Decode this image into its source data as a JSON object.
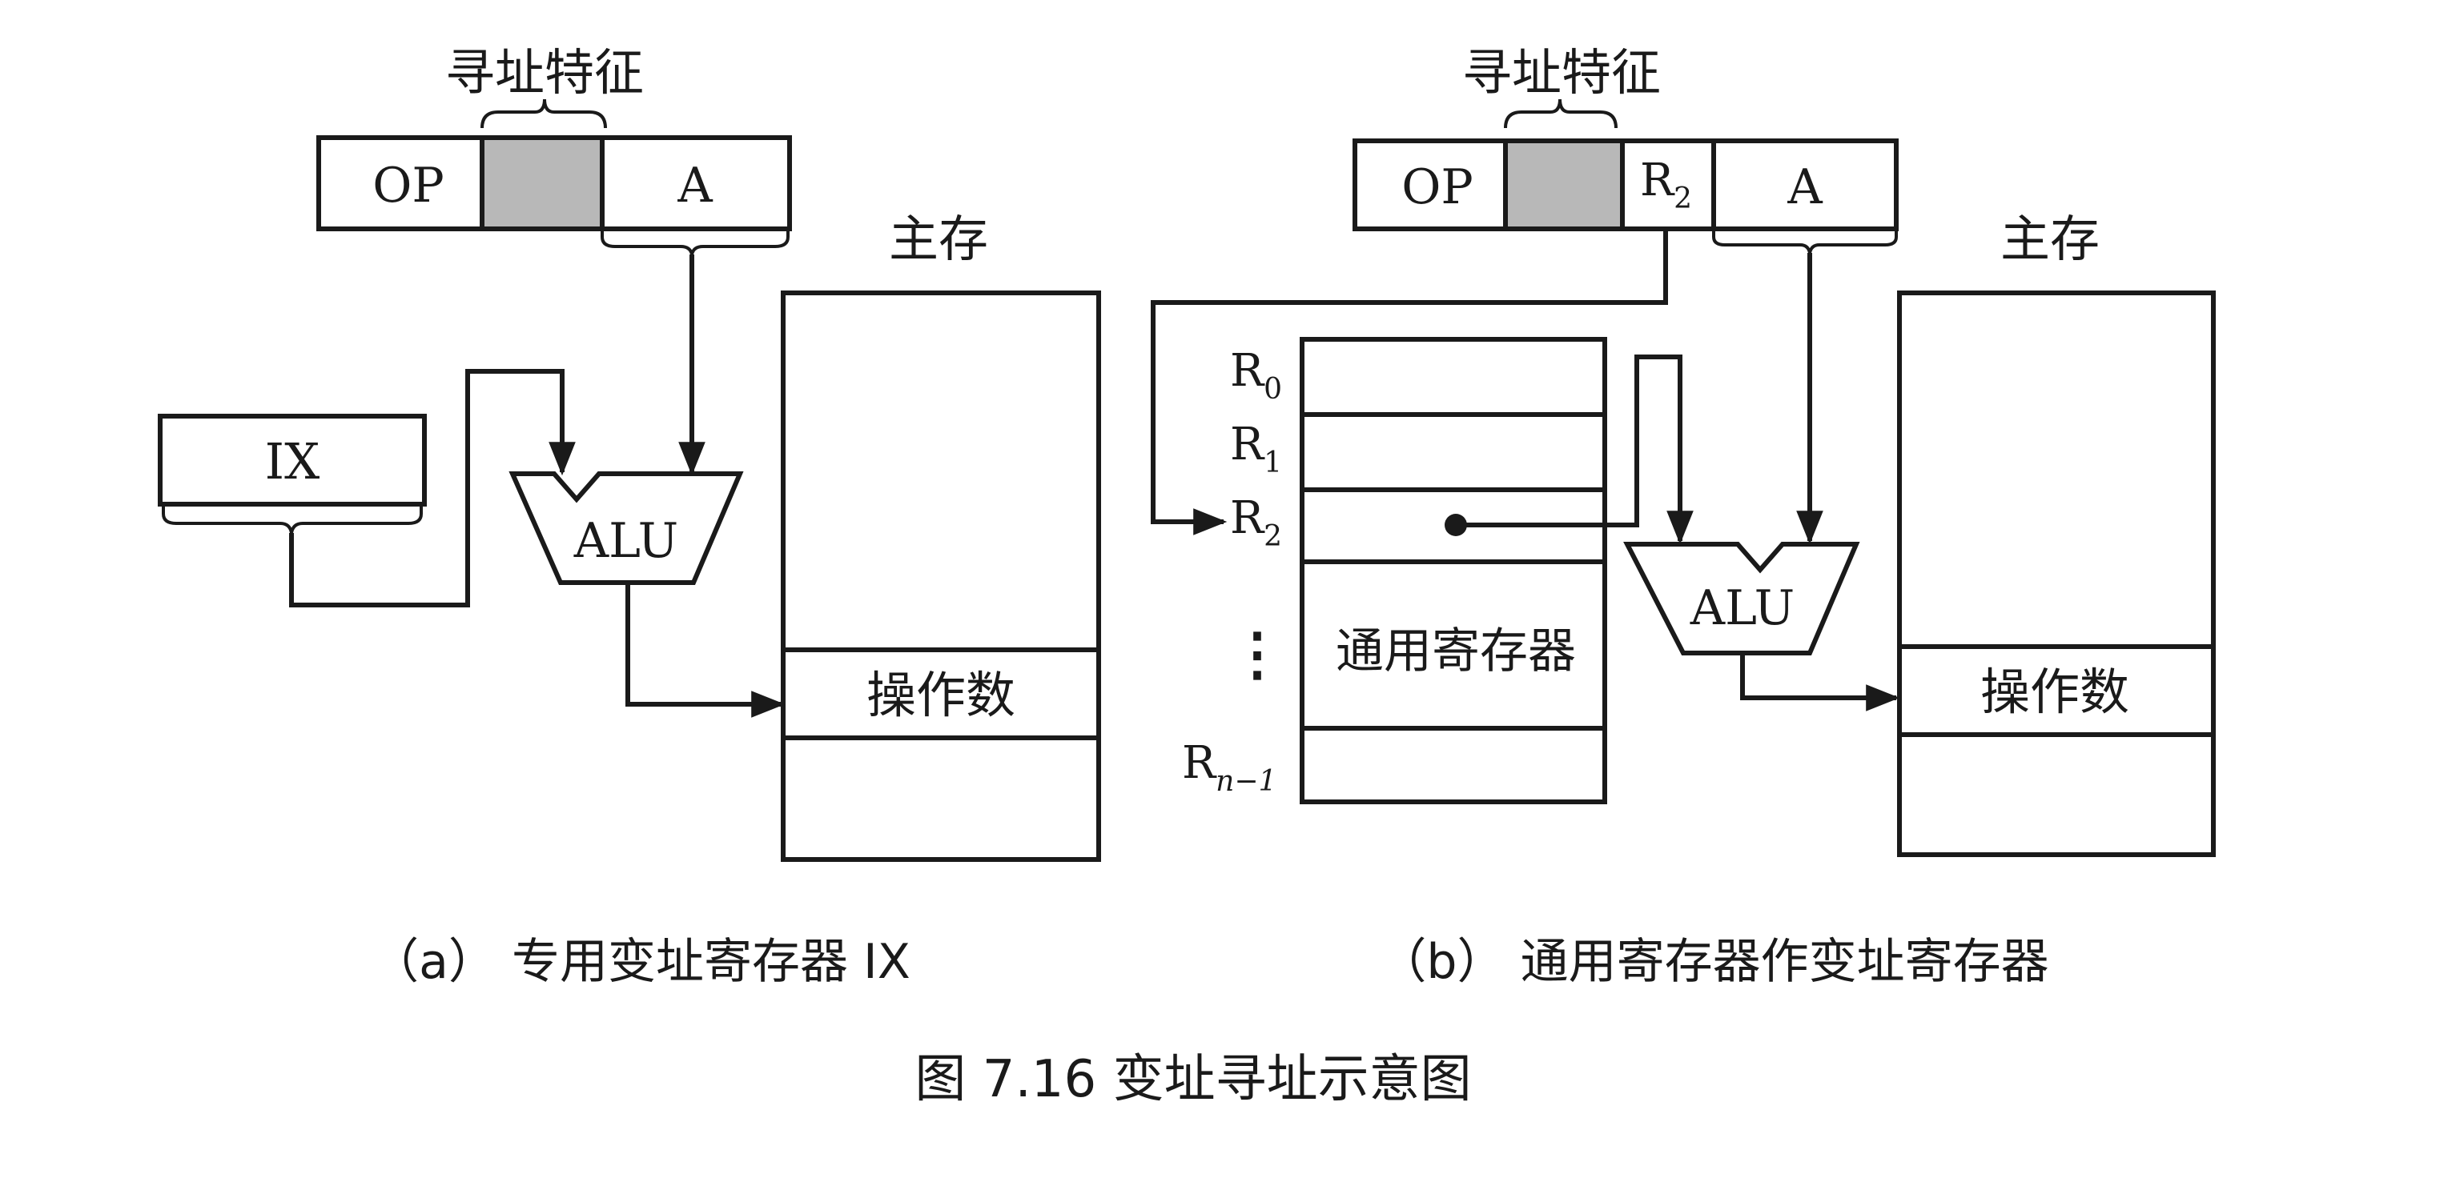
{
  "panel_a": {
    "addressing_feature_label": "寻址特征",
    "instr_op": "OP",
    "instr_a": "A",
    "ix_label": "IX",
    "alu_label": "ALU",
    "memory_title": "主存",
    "operand_label": "操作数",
    "caption": "（a） 专用变址寄存器 IX"
  },
  "panel_b": {
    "addressing_feature_label": "寻址特征",
    "instr_op": "OP",
    "instr_r": "R",
    "instr_r_sub": "2",
    "instr_a": "A",
    "reg_r0": "R",
    "reg_r0_sub": "0",
    "reg_r1": "R",
    "reg_r1_sub": "1",
    "reg_r2": "R",
    "reg_r2_sub": "2",
    "reg_rn": "R",
    "reg_rn_sub": "n−1",
    "gpr_label": "通用寄存器",
    "ellipsis": "⋮",
    "alu_label": "ALU",
    "memory_title": "主存",
    "operand_label": "操作数",
    "caption": "（b） 通用寄存器作变址寄存器"
  },
  "figure_caption": "图 7.16 变址寻址示意图",
  "colors": {
    "line": "#1a1a1a",
    "shade": "#b8b8b8",
    "background": "#ffffff"
  }
}
